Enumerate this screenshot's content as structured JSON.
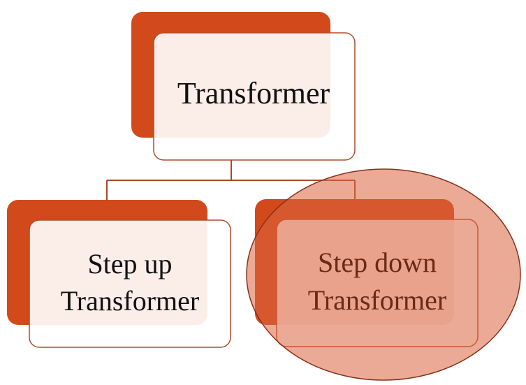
{
  "nodes": {
    "root": {
      "lines": [
        "Transformer"
      ]
    },
    "left": {
      "lines": [
        "Step up",
        "Transformer"
      ]
    },
    "right": {
      "lines": [
        "Step down",
        "Transformer"
      ],
      "highlighted": true
    }
  },
  "colors": {
    "accent": "#d24a1c",
    "border": "#b04a2a",
    "highlight_fill": "#dc6a46",
    "highlight_stroke": "#8a3018"
  }
}
